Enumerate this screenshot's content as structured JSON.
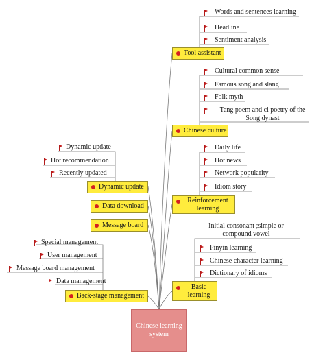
{
  "colors": {
    "node_fill": "#ffec3d",
    "root_fill": "#e58e8c",
    "dot": "#d42020",
    "flag": "#c41e1e",
    "line": "#7a7a7a"
  },
  "root": {
    "label": "Chinese learning system"
  },
  "branches": {
    "tool_assistant": {
      "label": "Tool assistant",
      "leaves": [
        "Words and sentences learning",
        "Headline",
        "Sentiment analysis"
      ]
    },
    "chinese_culture": {
      "label": "Chinese culture",
      "leaves": [
        "Cultural common sense",
        "Famous song and slang",
        "Folk myth",
        "Tang poem and ci poetry of the Song dynast"
      ]
    },
    "reinforcement_learning": {
      "label": "Reinforcement learning",
      "leaves": [
        "Daily life",
        "Hot news",
        "Network popularity",
        "Idiom story"
      ]
    },
    "basic_learning": {
      "label": "Basic learning",
      "leaves": [
        "Initial consonant ;simple or compound vowel",
        "Pinyin learning",
        "Chinese character learning",
        "Dictionary of idioms"
      ]
    },
    "dynamic_update": {
      "label": "Dynamic update",
      "leaves": [
        "Dynamic update",
        "Hot recommendation",
        "Recently updated"
      ]
    },
    "data_download": {
      "label": "Data download"
    },
    "message_board": {
      "label": "Message board"
    },
    "back_stage_management": {
      "label": "Back-stage management",
      "leaves": [
        "Special management",
        "User management",
        "Message board management",
        "Data management"
      ]
    }
  }
}
